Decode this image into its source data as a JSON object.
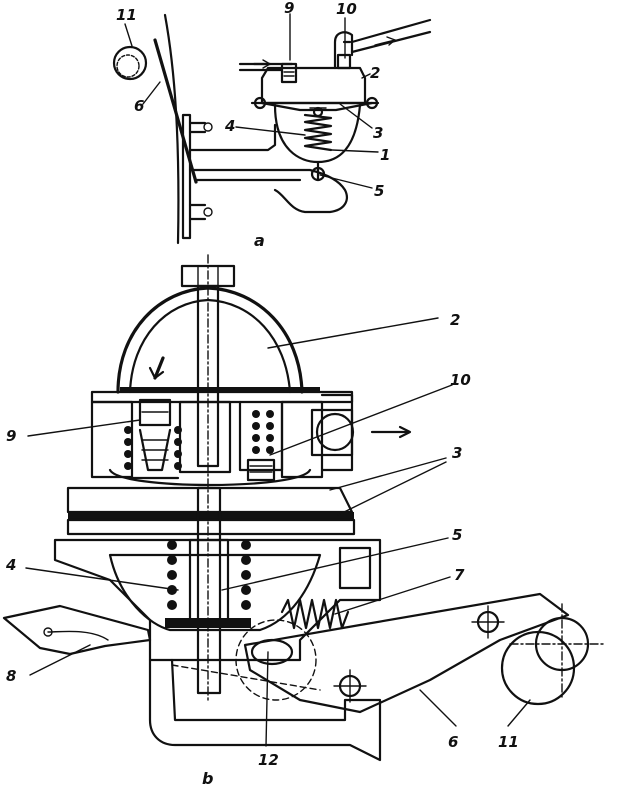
{
  "figure_a": {
    "caption": "a",
    "labels": {
      "l1": "1",
      "l2": "2",
      "l3": "3",
      "l4": "4",
      "l5": "5",
      "l6": "6",
      "l9": "9",
      "l10": "10",
      "l11": "11"
    }
  },
  "figure_b": {
    "caption": "b",
    "labels": {
      "l2": "2",
      "l3": "3",
      "l4": "4",
      "l5": "5",
      "l6": "6",
      "l7": "7",
      "l8": "8",
      "l9": "9",
      "l10": "10",
      "l11": "11",
      "l12": "12"
    }
  },
  "colors": {
    "ink": "#111111",
    "paper": "#ffffff"
  }
}
